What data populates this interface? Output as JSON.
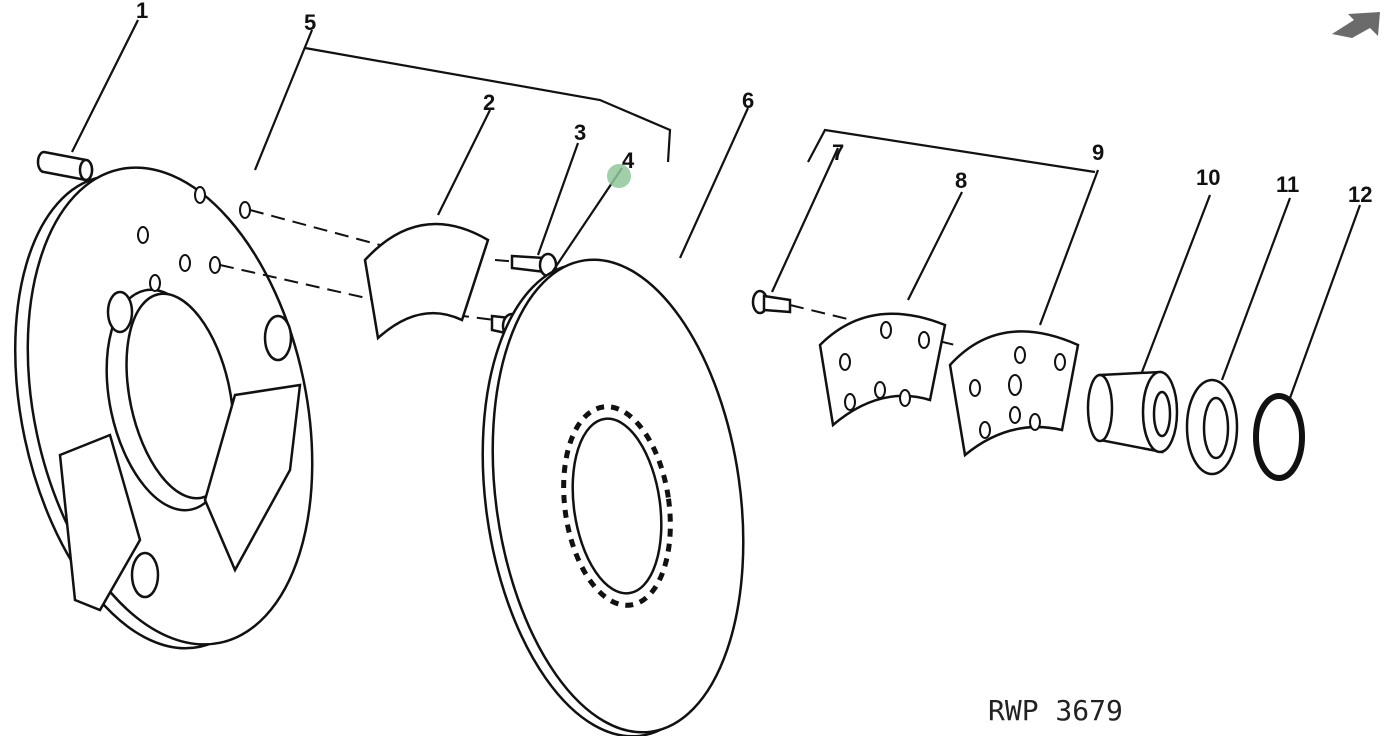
{
  "diagram": {
    "callouts": [
      "1",
      "2",
      "3",
      "4",
      "5",
      "6",
      "7",
      "8",
      "9",
      "10",
      "11",
      "12"
    ],
    "reference_code": "RWP 3679"
  },
  "colors": {
    "ink": "#111111",
    "nav_arrow": "#6b6b6b",
    "marker": "#8fc79a"
  },
  "icons": {
    "next": "arrow-up-right-icon"
  }
}
